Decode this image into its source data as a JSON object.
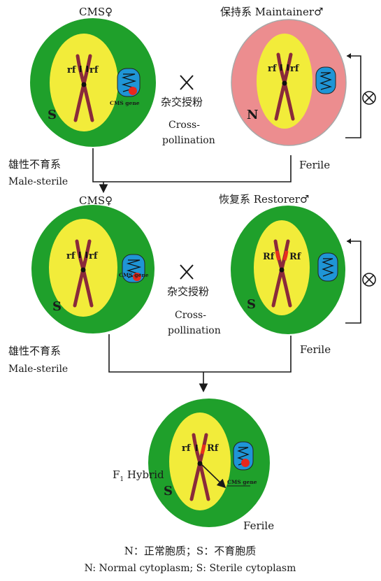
{
  "row1": {
    "female_title": "CMS♀",
    "male_title": "保持系 Maintainer♂",
    "cross_cn": "杂交授粉",
    "cross_en1": "Cross-",
    "cross_en2": "pollination",
    "left_cn": "雄性不育系",
    "left_en": "Male-sterile",
    "right_label": "Ferile",
    "left_cell": {
      "cytoplasm": "S",
      "allele_left": "rf",
      "allele_right": "rf",
      "gene_label": "CMS gene"
    },
    "right_cell": {
      "cytoplasm": "N",
      "allele_left": "rf",
      "allele_right": "rf"
    }
  },
  "row2": {
    "female_title": "CMS♀",
    "male_title": "恢复系 Restorer♂",
    "cross_cn": "杂交授粉",
    "cross_en1": "Cross-",
    "cross_en2": "pollination",
    "left_cn": "雄性不育系",
    "left_en": "Male-sterile",
    "right_label": "Ferile",
    "left_cell": {
      "cytoplasm": "S",
      "allele_left": "rf",
      "allele_right": "rf",
      "gene_label": "CMS gene"
    },
    "right_cell": {
      "cytoplasm": "S",
      "allele_left": "Rf",
      "allele_right": "Rf"
    }
  },
  "f1": {
    "label": "F",
    "label_sub": "1",
    "label_rest": " Hybrid",
    "right_label": "Ferile",
    "cell": {
      "cytoplasm": "S",
      "allele_left": "rf",
      "allele_right": "Rf",
      "gene_label": "CMS gene"
    }
  },
  "legend": {
    "line_cn": "N：正常胞质；S：不育胞质",
    "line_en": "N: Normal cytoplasm; S: Sterile cytoplasm"
  },
  "colors": {
    "green_cell": "#1fa02b",
    "pink_cell": "#ec8d8f",
    "nucleus": "#f2ec3a",
    "chromosome": "#8a2a3a",
    "restorer": "#e8301e",
    "mito": "#1f95d6",
    "cms_spot": "#e8281c"
  },
  "icons": [
    "cross-x-icon",
    "selfing-icon",
    "mitochondrion-icon",
    "arrow-down-icon"
  ]
}
